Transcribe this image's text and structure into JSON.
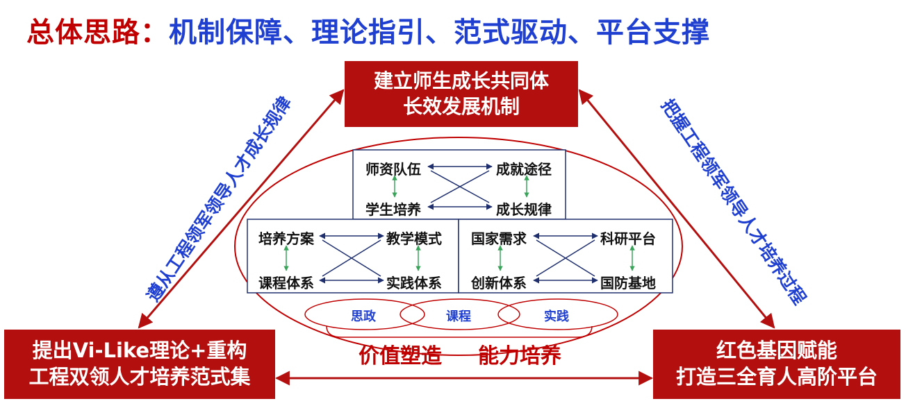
{
  "title": {
    "part1": "总体思路：",
    "part2": "机制保障、理论指引、范式驱动、平台支撑"
  },
  "top_box": {
    "line1": "建立师生成长共同体",
    "line2": "长效发展机制"
  },
  "left_box": {
    "line1": "提出Vi-Like理论+重构",
    "line2": "工程双领人才培养范式集"
  },
  "right_box": {
    "line1": "红色基因赋能",
    "line2": "打造三全育人高阶平台"
  },
  "left_edge_label": "遵从工程领军领导人才成长规律",
  "right_edge_label": "把握工程领军领导人才培养过程",
  "top_group": {
    "tl": "师资队伍",
    "tr": "成就途径",
    "bl": "学生培养",
    "br": "成长规律"
  },
  "left_group": {
    "tl": "培养方案",
    "tr": "教学模式",
    "bl": "课程体系",
    "br": "实践体系"
  },
  "right_group": {
    "tl": "国家需求",
    "tr": "科研平台",
    "bl": "创新体系",
    "br": "国防基地"
  },
  "ellipses": {
    "e1": "思政",
    "e2": "课程",
    "e3": "实践"
  },
  "bottom_labels": {
    "left": "价值塑造",
    "right": "能力培养"
  },
  "colors": {
    "red": "#b40f0f",
    "title_red": "#c00000",
    "blue": "#1f3fd0",
    "navy": "#1f2f6e",
    "green": "#3aa35a"
  }
}
